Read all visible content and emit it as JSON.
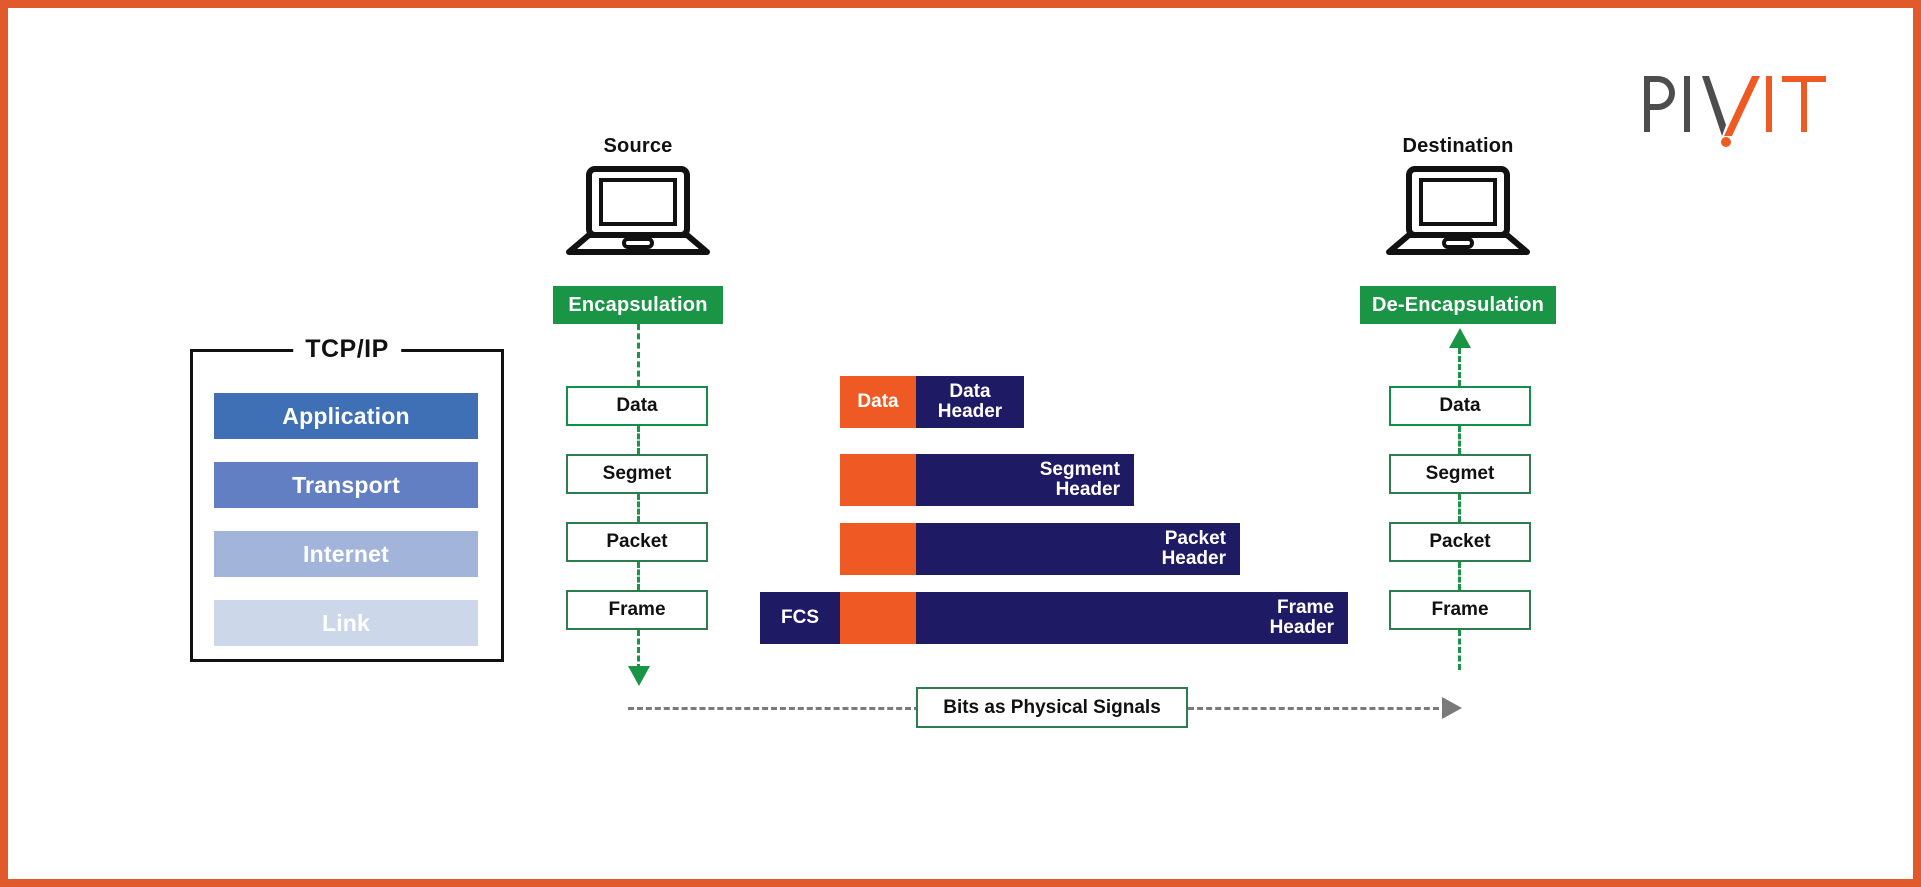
{
  "page": {
    "border_color": "#e05a2b",
    "background": "#ffffff"
  },
  "logo": {
    "name": "PIVIT",
    "part_dark": "PIV",
    "part_accent": "IT",
    "dark_color": "#4d4d4d",
    "accent_color": "#ef5a24"
  },
  "tcpip": {
    "title": "TCP/IP",
    "layers": [
      {
        "label": "Application",
        "color": "#3f6fb5"
      },
      {
        "label": "Transport",
        "color": "#627fc4"
      },
      {
        "label": "Internet",
        "color": "#a3b4da"
      },
      {
        "label": "Link",
        "color": "#ccd7ea"
      }
    ]
  },
  "source": {
    "title": "Source",
    "icon": "laptop-icon",
    "action_label": "Encapsulation",
    "action_color": "#1a9545",
    "pdus": [
      "Data",
      "Segmet",
      "Packet",
      "Frame"
    ]
  },
  "destination": {
    "title": "Destination",
    "icon": "laptop-icon",
    "action_label": "De-Encapsulation",
    "action_color": "#1a9545",
    "pdus": [
      "Data",
      "Segmet",
      "Packet",
      "Frame"
    ]
  },
  "transmission": {
    "label": "Bits as Physical Signals",
    "line_color": "#7a7a7a"
  },
  "colors": {
    "navy": "#1e1a63",
    "orange": "#ef5a24",
    "green": "#1a9545",
    "box_border": "#2e7d4f"
  },
  "encapsulation_bars": [
    {
      "name": "data-bar",
      "segments": [
        {
          "label": "Data",
          "fill": "orange",
          "align": "c"
        },
        {
          "label": "Data\nHeader",
          "fill": "navy",
          "align": "c"
        }
      ]
    },
    {
      "name": "segment-bar",
      "segments": [
        {
          "label": "",
          "fill": "orange",
          "align": "c"
        },
        {
          "label": "Segment\nHeader",
          "fill": "navy",
          "align": "r"
        }
      ]
    },
    {
      "name": "packet-bar",
      "segments": [
        {
          "label": "",
          "fill": "orange",
          "align": "c"
        },
        {
          "label": "Packet\nHeader",
          "fill": "navy",
          "align": "r"
        }
      ]
    },
    {
      "name": "frame-bar",
      "segments": [
        {
          "label": "FCS",
          "fill": "navy",
          "align": "c"
        },
        {
          "label": "",
          "fill": "orange",
          "align": "c"
        },
        {
          "label": "Frame\nHeader",
          "fill": "navy",
          "align": "r"
        }
      ]
    }
  ]
}
